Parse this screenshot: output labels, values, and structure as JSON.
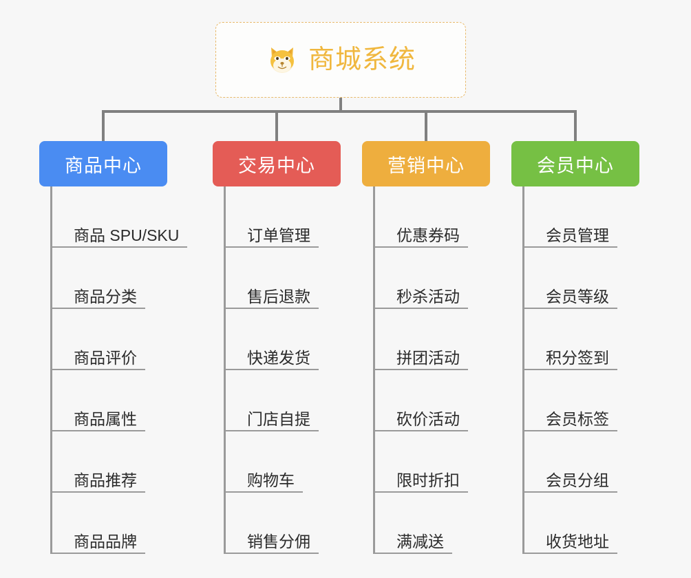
{
  "root": {
    "title": "商城系统",
    "icon": "dog-face-emoji",
    "accent_color": "#f0b73e",
    "border_color": "#e8b96a"
  },
  "background_color": "#f7f7f7",
  "connector_color": "#808080",
  "branches": [
    {
      "label": "商品中心",
      "color": "#4a8cf2",
      "items": [
        "商品 SPU/SKU",
        "商品分类",
        "商品评价",
        "商品属性",
        "商品推荐",
        "商品品牌"
      ]
    },
    {
      "label": "交易中心",
      "color": "#e45c56",
      "items": [
        "订单管理",
        "售后退款",
        "快递发货",
        "门店自提",
        "购物车",
        "销售分佣"
      ]
    },
    {
      "label": "营销中心",
      "color": "#eeae3e",
      "items": [
        "优惠券码",
        "秒杀活动",
        "拼团活动",
        "砍价活动",
        "限时折扣",
        "满减送"
      ]
    },
    {
      "label": "会员中心",
      "color": "#76c044",
      "items": [
        "会员管理",
        "会员等级",
        "积分签到",
        "会员标签",
        "会员分组",
        "收货地址"
      ]
    }
  ]
}
